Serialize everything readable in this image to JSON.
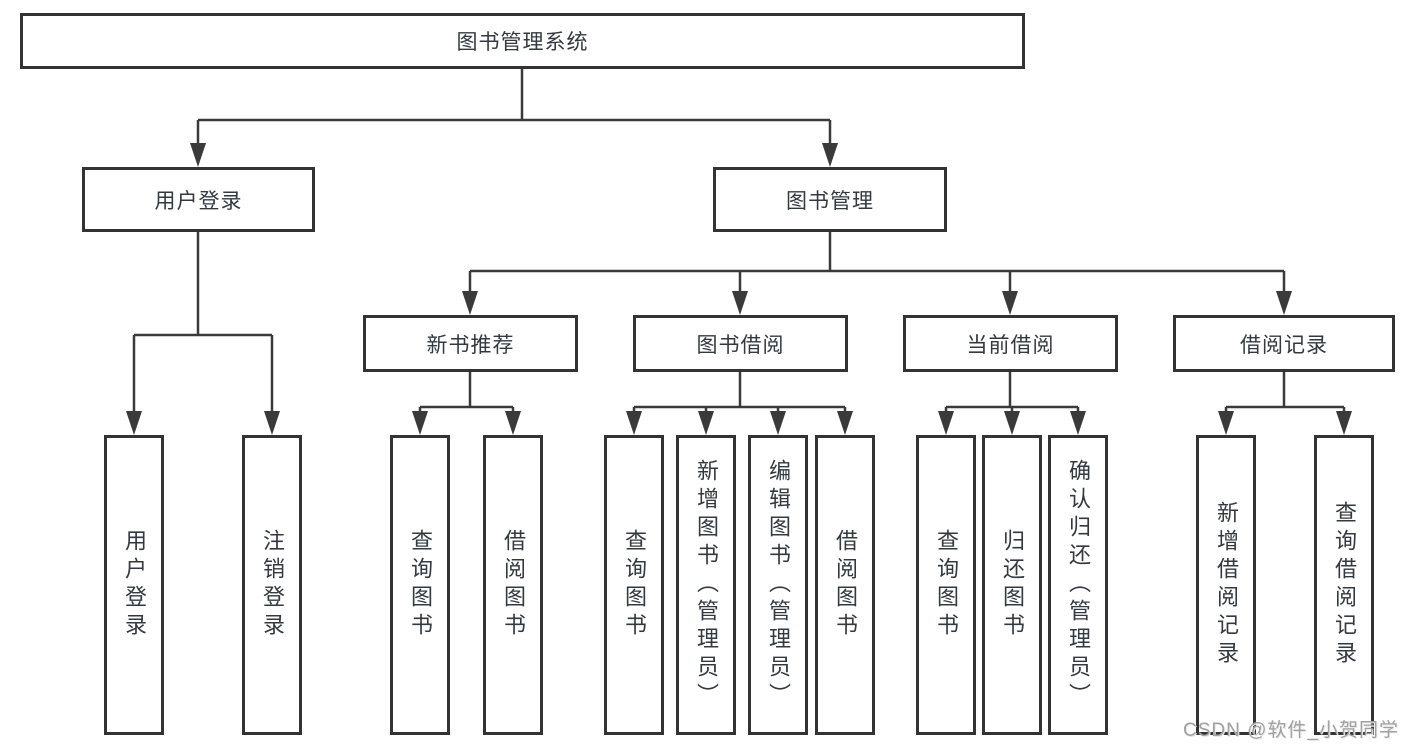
{
  "root": {
    "label": "图书管理系统"
  },
  "level1": {
    "user_login": {
      "label": "用户登录"
    },
    "book_mgmt": {
      "label": "图书管理"
    }
  },
  "level2": {
    "new_books": {
      "label": "新书推荐"
    },
    "book_borrow": {
      "label": "图书借阅"
    },
    "current_borrow": {
      "label": "当前借阅"
    },
    "borrow_records": {
      "label": "借阅记录"
    }
  },
  "leaves": {
    "user_login": [
      "用户登录",
      "注销登录"
    ],
    "new_books": [
      "查询图书",
      "借阅图书"
    ],
    "book_borrow": [
      "查询图书",
      "新增图书（管理员）",
      "编辑图书（管理员）",
      "借阅图书"
    ],
    "current_borrow": [
      "查询图书",
      "归还图书",
      "确认归还（管理员）"
    ],
    "borrow_records": [
      "新增借阅记录",
      "查询借阅记录"
    ]
  },
  "watermark": "CSDN @软件_小贺同学",
  "colors": {
    "line": "#3a3a3a",
    "border": "#333333",
    "text": "#333940",
    "watermark": "#a0a0a0",
    "background": "#ffffff"
  }
}
